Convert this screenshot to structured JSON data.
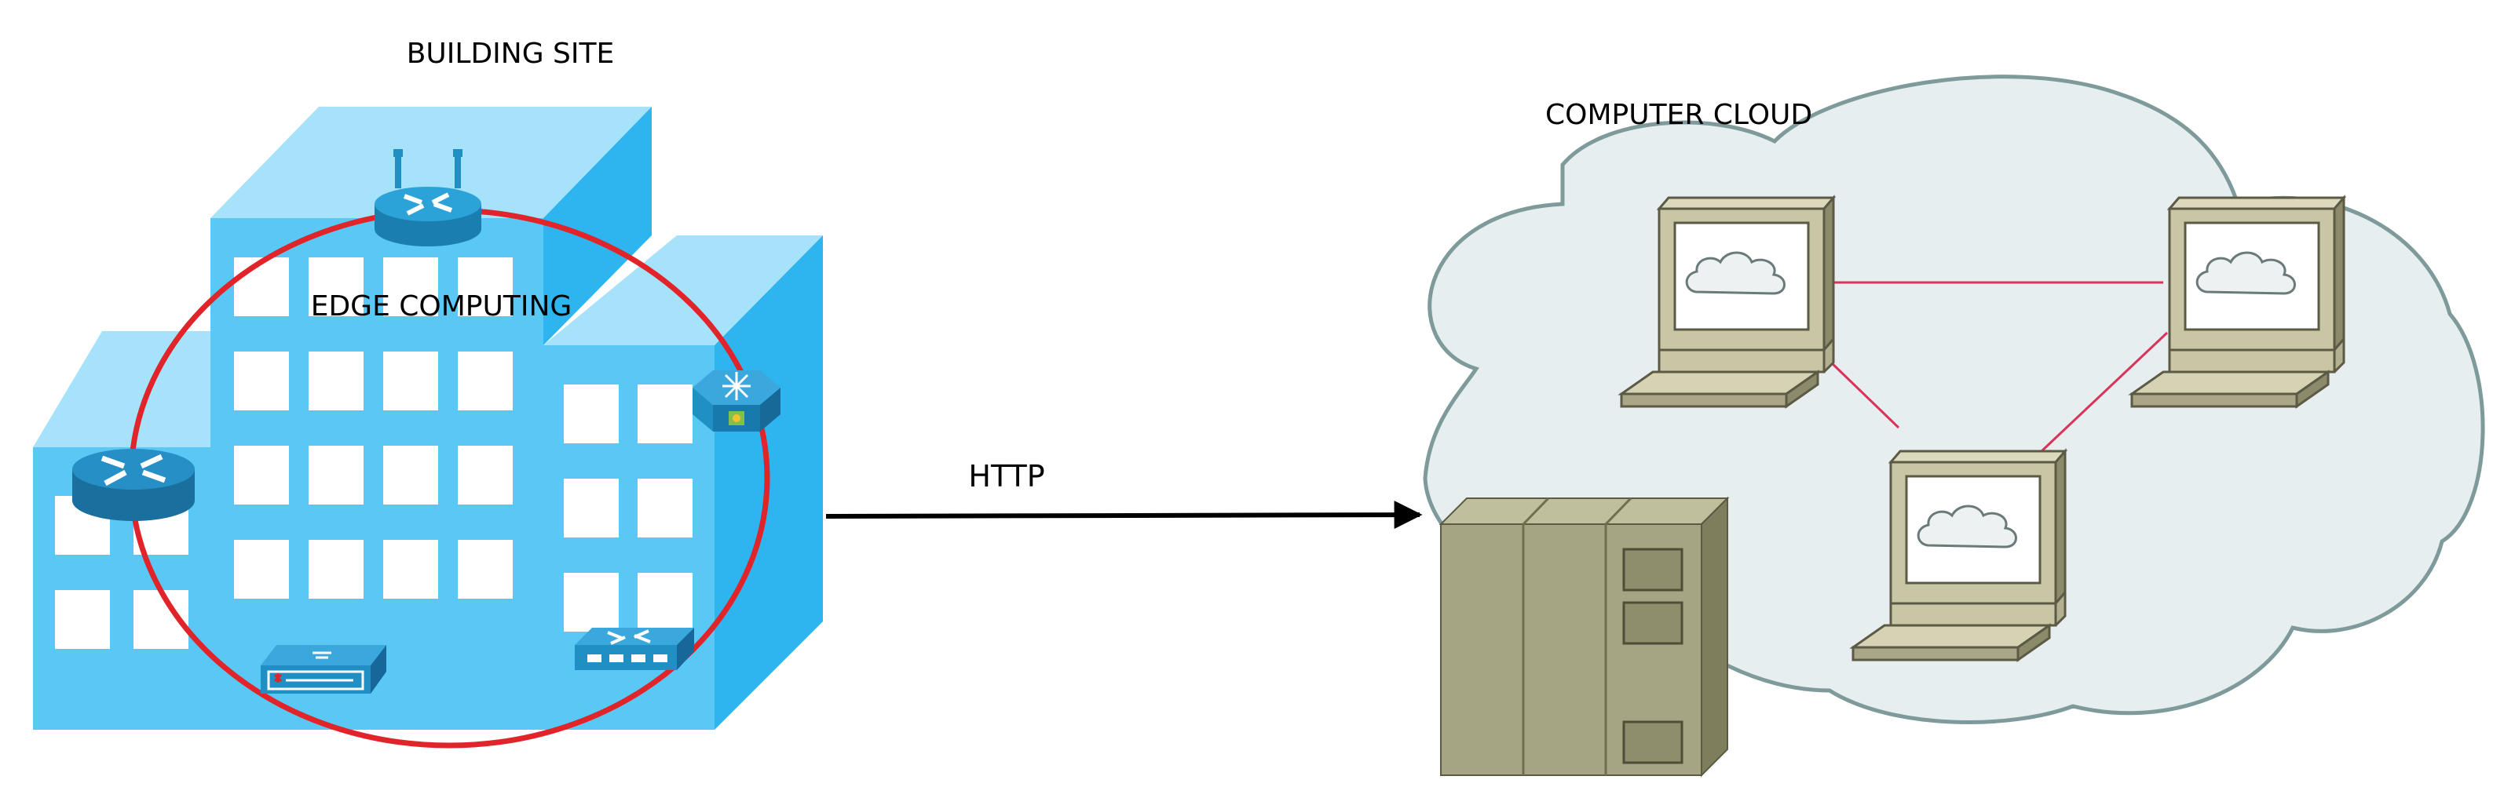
{
  "building": {
    "title": "BUILDING SITE",
    "ring_label": "EDGE COMPUTING"
  },
  "link": {
    "label": "HTTP"
  },
  "cloud": {
    "title": "COMPUTER CLOUD"
  },
  "colors": {
    "building_front": "#5ac8f5",
    "building_top": "#a6e2fa",
    "building_side": "#2eb4ee",
    "ring": "#e0242a",
    "cloud_fill": "#e7eeef",
    "cloud_stroke": "#7f9a9a",
    "cloud_links": "#d8345a",
    "device_blue": "#1f8fc4",
    "computer_body": "#c9c6a6",
    "server_front": "#a5a584"
  },
  "icons": [
    "wireless-router-icon",
    "router-icon",
    "layer3-switch-icon",
    "firewall-icon",
    "switch-icon",
    "computer-icon",
    "server-icon"
  ]
}
